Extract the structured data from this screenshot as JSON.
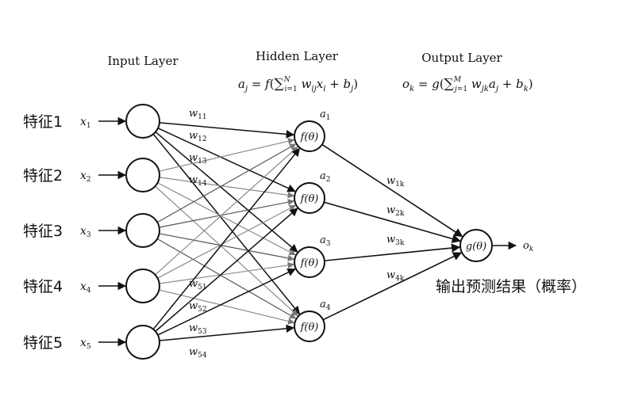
{
  "layers": {
    "input_title": "Input Layer",
    "hidden_title": "Hidden Layer",
    "output_title": "Output Layer"
  },
  "formulas": {
    "hidden": "a_j = f(Σ_{i=1}^{N} w_ij x_i + b_j)",
    "output": "o_k = g(Σ_{j=1}^{M} w_jk a_j + b_k)"
  },
  "inputs": [
    {
      "feature": "特征1",
      "var": "x",
      "sub": "1"
    },
    {
      "feature": "特征2",
      "var": "x",
      "sub": "2"
    },
    {
      "feature": "特征3",
      "var": "x",
      "sub": "3"
    },
    {
      "feature": "特征4",
      "var": "x",
      "sub": "4"
    },
    {
      "feature": "特征5",
      "var": "x",
      "sub": "5"
    }
  ],
  "hidden_nodes": [
    {
      "label": "f(θ)",
      "act": "a",
      "sub": "1"
    },
    {
      "label": "f(θ)",
      "act": "a",
      "sub": "2"
    },
    {
      "label": "f(θ)",
      "act": "a",
      "sub": "3"
    },
    {
      "label": "f(θ)",
      "act": "a",
      "sub": "4"
    }
  ],
  "output_node": {
    "label": "g(θ)",
    "out": "o",
    "sub": "k"
  },
  "output_caption": "输出预测结果（概率）",
  "weights_top": [
    {
      "w": "w",
      "sub": "11"
    },
    {
      "w": "w",
      "sub": "12"
    },
    {
      "w": "w",
      "sub": "13"
    },
    {
      "w": "w",
      "sub": "14"
    }
  ],
  "weights_bottom": [
    {
      "w": "w",
      "sub": "51"
    },
    {
      "w": "w",
      "sub": "52"
    },
    {
      "w": "w",
      "sub": "53"
    },
    {
      "w": "w",
      "sub": "54"
    }
  ],
  "weights_out": [
    {
      "w": "w",
      "sub": "1k"
    },
    {
      "w": "w",
      "sub": "2k"
    },
    {
      "w": "w",
      "sub": "3k"
    },
    {
      "w": "w",
      "sub": "4k"
    }
  ],
  "colors": {
    "strong": "#111111",
    "mid": "#555555",
    "light": "#8a8a8a"
  }
}
